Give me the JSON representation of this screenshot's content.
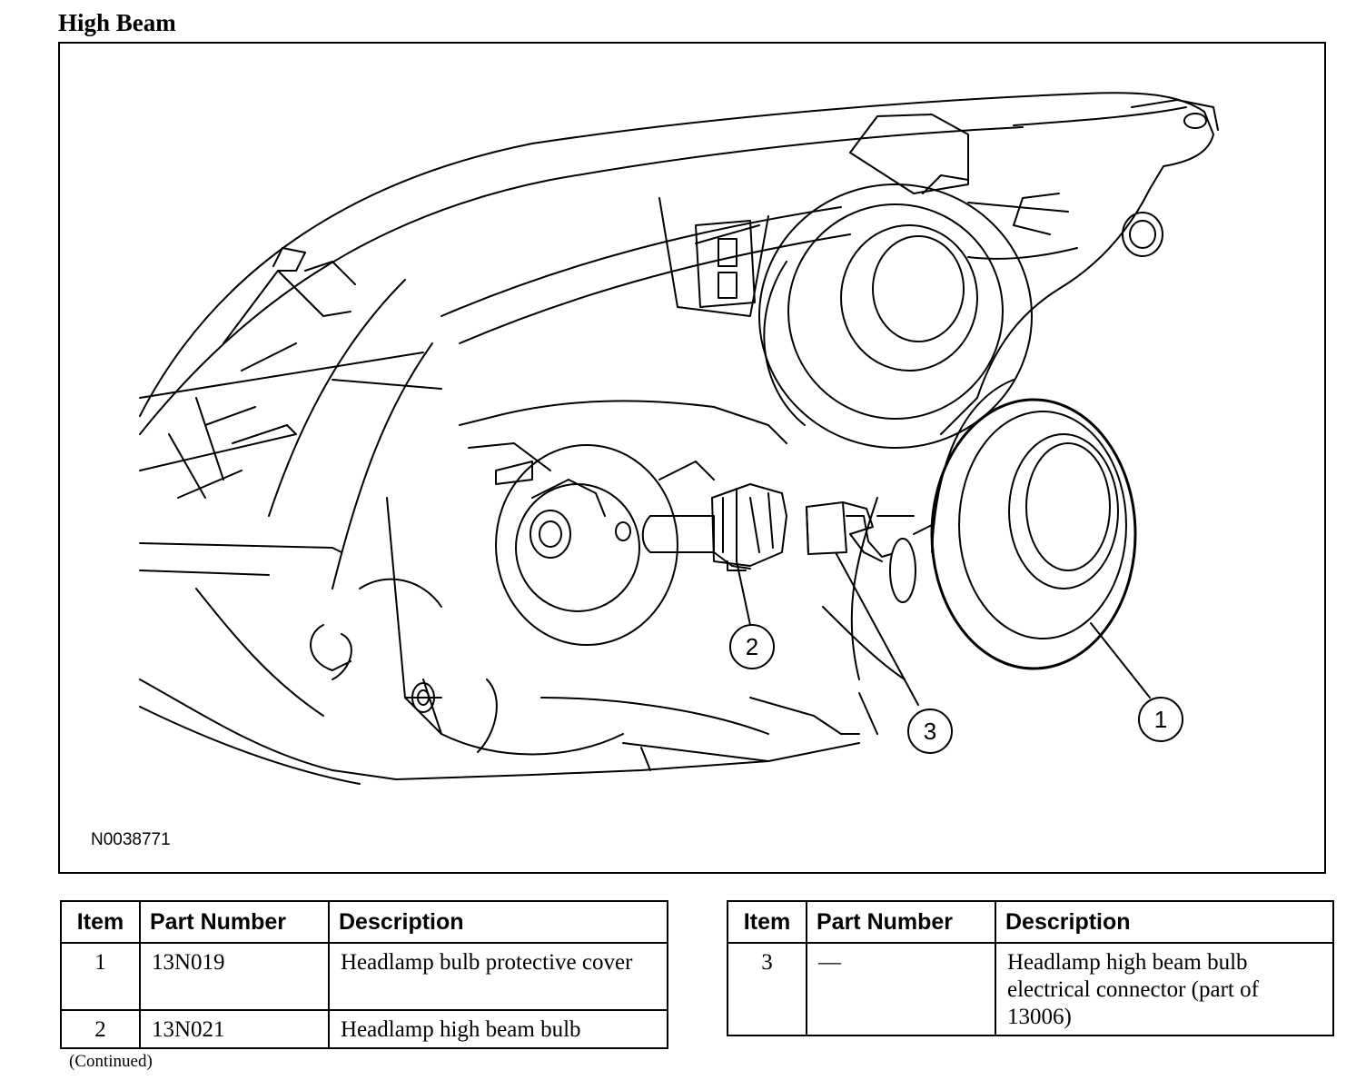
{
  "section_title": "High Beam",
  "figure_id": "N0038771",
  "callouts": [
    "1",
    "2",
    "3"
  ],
  "table_headers": {
    "item": "Item",
    "part_number": "Part Number",
    "description": "Description"
  },
  "parts_left": [
    {
      "item": "1",
      "part_number": "13N019",
      "description": "Headlamp bulb protective cover"
    },
    {
      "item": "2",
      "part_number": "13N021",
      "description": "Headlamp high beam bulb"
    }
  ],
  "parts_right": [
    {
      "item": "3",
      "part_number": "—",
      "description": "Headlamp high beam bulb electrical connector (part of 13006)"
    }
  ],
  "continued_note": "(Continued)"
}
